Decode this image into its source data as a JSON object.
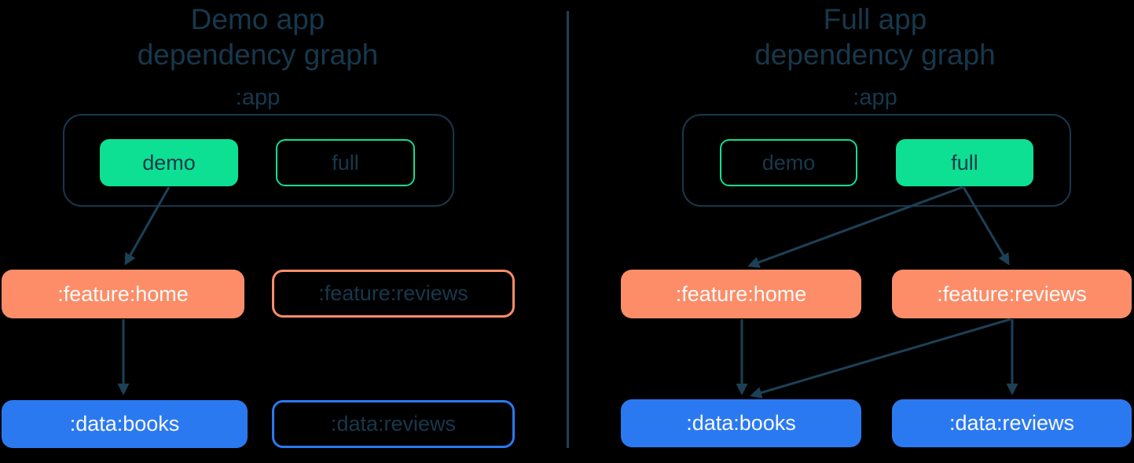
{
  "colors": {
    "background": "#000000",
    "navy": "#17384C",
    "line": "#1C4156",
    "green": "#0DE092",
    "salmon": "#FC8D68",
    "blue": "#2B79F1",
    "white": "#F7F9F8"
  },
  "panels": [
    {
      "title_line1": "Demo app",
      "title_line2": "dependency graph",
      "app_label": ":app",
      "variants": [
        {
          "label": "demo",
          "active": true
        },
        {
          "label": "full",
          "active": false
        }
      ],
      "features": [
        {
          "label": ":feature:home",
          "active": true
        },
        {
          "label": ":feature:reviews",
          "active": false
        }
      ],
      "data_modules": [
        {
          "label": ":data:books",
          "active": true
        },
        {
          "label": ":data:reviews",
          "active": false
        }
      ],
      "edges": [
        {
          "from": "demo",
          "to": ":feature:home"
        },
        {
          "from": ":feature:home",
          "to": ":data:books"
        }
      ]
    },
    {
      "title_line1": "Full app",
      "title_line2": "dependency graph",
      "app_label": ":app",
      "variants": [
        {
          "label": "demo",
          "active": false
        },
        {
          "label": "full",
          "active": true
        }
      ],
      "features": [
        {
          "label": ":feature:home",
          "active": true
        },
        {
          "label": ":feature:reviews",
          "active": true
        }
      ],
      "data_modules": [
        {
          "label": ":data:books",
          "active": true
        },
        {
          "label": ":data:reviews",
          "active": true
        }
      ],
      "edges": [
        {
          "from": "full",
          "to": ":feature:home"
        },
        {
          "from": "full",
          "to": ":feature:reviews"
        },
        {
          "from": ":feature:home",
          "to": ":data:books"
        },
        {
          "from": ":feature:reviews",
          "to": ":data:books"
        },
        {
          "from": ":feature:reviews",
          "to": ":data:reviews"
        }
      ]
    }
  ]
}
